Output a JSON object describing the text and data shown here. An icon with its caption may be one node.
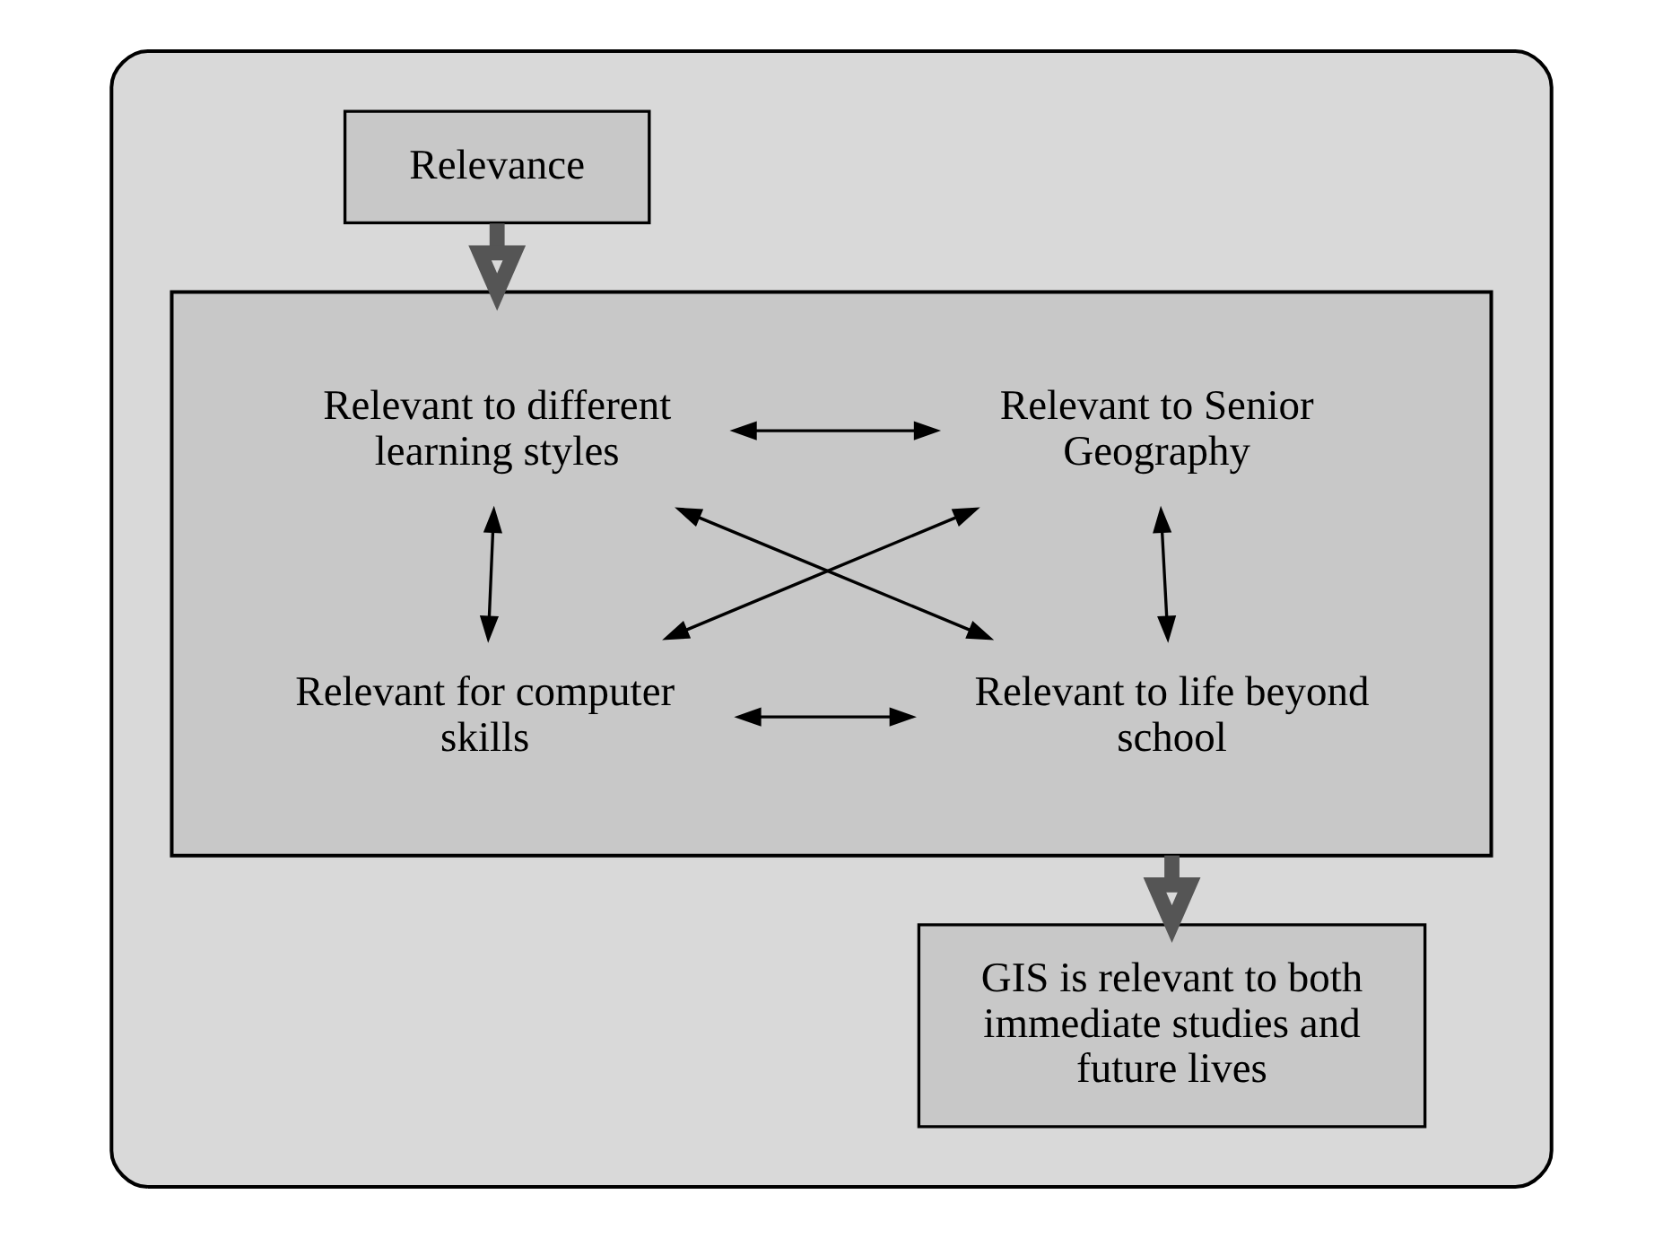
{
  "diagram": {
    "nodes": [
      {
        "text": [],
        "shape": "box"
      },
      {
        "text": [
          "Relevance"
        ],
        "in": 0
      },
      {
        "text": [],
        "shape": "box",
        "in": 0
      },
      {
        "text": [
          "Relevant to different learning styles"
        ],
        "in": 2
      },
      {
        "text": [
          "Relevant to Senior Geography"
        ],
        "in": 2
      },
      {
        "text": [
          "Relevant for computer skills"
        ],
        "in": 2
      },
      {
        "text": [
          "Relevant to life beyond school"
        ],
        "in": 2
      },
      {
        "text": [
          "GIS is relevant to both immediate studies and future lives"
        ],
        "in": 0
      }
    ],
    "edges": [
      {
        "from": 1,
        "to": 2,
        "arrow": "to",
        "style": "thick"
      },
      {
        "from": 3,
        "to": 4,
        "arrow": "both"
      },
      {
        "from": 3,
        "to": 6,
        "arrow": "both"
      },
      {
        "from": 4,
        "to": 5,
        "arrow": "both"
      },
      {
        "from": 3,
        "to": 5,
        "arrow": "both"
      },
      {
        "from": 4,
        "to": 6,
        "arrow": "both"
      },
      {
        "from": 5,
        "to": 6,
        "arrow": "both"
      },
      {
        "from": 2,
        "to": 7,
        "arrow": "to",
        "style": "thick"
      }
    ]
  }
}
